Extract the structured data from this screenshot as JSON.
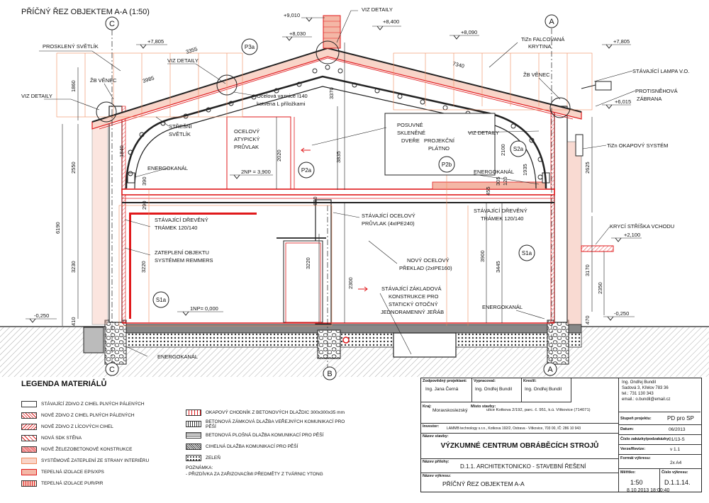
{
  "title": "PŘÍČNÝ ŘEZ OBJEKTEM A-A (1:50)",
  "axes": {
    "c_top": "C",
    "c_bottom": "C",
    "b_bottom": "B",
    "a_top": "A",
    "a_bottom": "A"
  },
  "levels": {
    "l9010": "+9,010",
    "l8400": "+8,400",
    "l8030": "+8,030",
    "l8090": "+8,090",
    "l7805_left": "+7,805",
    "l7805_right": "+7,805",
    "l6015": "+6,015",
    "l2100": "+2,100",
    "l0000": "1NP= 0,000",
    "l3900": "2NP = 3,900",
    "lm250_left": "-0,250",
    "lm250_right": "-0,250"
  },
  "dims": {
    "d3355": "3355",
    "d7340": "7340",
    "d3985": "3985",
    "d3370": "3370",
    "d3835": "3835",
    "d2020": "2020",
    "d1860": "1860",
    "d2550": "2550",
    "d6190": "6190",
    "d3230": "3230",
    "d3220_left": "3220",
    "d3220_mid": "3220",
    "d410": "410",
    "d290": "290",
    "d390": "390",
    "d1840": "1840",
    "d680": "680",
    "d2300": "2300",
    "d3900": "3900",
    "d3445": "3445",
    "d2100": "2100",
    "d1935": "1935",
    "d2625": "2625",
    "d3170": "3170",
    "d2350": "2350",
    "d470": "470",
    "d455": "455",
    "d305": "305",
    "d120": "120"
  },
  "labels": {
    "viz_top": "VIZ DETAILY",
    "viz_left": "VIZ DETAILY",
    "viz_left2": "VIZ DETAILY",
    "viz_right": "VIZ DETAILY",
    "proskleny": "PROSKLENÝ SVĚTLÍK",
    "zb_venec_left": "ŽB VĚNEC",
    "zb_venec_right": "ŽB VĚNEC",
    "vaznice_1": "Ocelová vaznice I140",
    "vaznice_2": "kotvena L příložkami",
    "tizn_1": "TiZn FALCOVANÁ",
    "tizn_2": "KRYTINA",
    "lampa": "STÁVAJÍCÍ LAMPA V.O.",
    "snih_1": "PROTISNĚHOVÁ",
    "snih_2": "ZÁBRANA",
    "okap": "TiZn OKAPOVÝ SYSTÉM",
    "stresni_1": "STŘEŠNÍ",
    "stresni_2": "SVĚTLÍK",
    "ocel_1": "OCELOVÝ",
    "ocel_2": "ATYPICKÝ",
    "ocel_3": "PRŮVLAK",
    "posuvne_1": "POSUVNÉ",
    "posuvne_2": "SKLENĚNÉ",
    "posuvne_3": "DVEŘE",
    "projek_1": "PROJEKČNÍ",
    "projek_2": "PLÁTNO",
    "energo_1": "ENERGOKANÁL",
    "energo_2": "ENERGOKANÁL",
    "energo_3": "ENERGOKANÁL",
    "energo_4": "ENERGOKANÁL",
    "tram_l1": "STÁVAJÍCÍ DŘEVĚNÝ",
    "tram_l2": "TRÁMEK 120/140",
    "tram_r1": "STÁVAJÍCÍ DŘEVĚNÝ",
    "tram_r2": "TRÁMEK 120/140",
    "pruvlak_1": "STÁVAJÍCÍ OCELOVÝ",
    "pruvlak_2": "PRŮVLAK (4xIPE240)",
    "zatep_1": "ZATEPLENÍ OBJEKTU",
    "zatep_2": "SYSTÉMEM REMMERS",
    "novy_1": "NOVÝ OCELOVÝ",
    "novy_2": "PŘEKLAD (2xIPE160)",
    "kryci": "KRYCÍ STŘÍŠKA VCHODU",
    "jerab_1": "STÁVAJÍCÍ ZÁKLADOVÁ",
    "jerab_2": "KONSTRUKCE PRO",
    "jerab_3": "STATICKÝ OTOČNÝ",
    "jerab_4": "JEDNORAMENNÝ JEŘÁB"
  },
  "tags": {
    "p3a": "P3a",
    "p2a": "P2a",
    "p2b": "P2b",
    "s2a": "S2a",
    "s1a_left": "S1a",
    "s1a_right": "S1a"
  },
  "legend": {
    "title": "LEGENDA MATERIÁLŮ",
    "items": [
      "STÁVAJÍCÍ ZDIVO Z CIHEL PLNÝCH PÁLENÝCH",
      "NOVÉ ZDIVO Z CIHEL PLNÝCH PÁLENÝCH",
      "NOVÉ ZDIVO Z LÍCOVÝCH CIHEL",
      "NOVÁ SDK STĚNA",
      "NOVÉ ŽELEZOBETONOVÉ KONSTRUKCE",
      "SYSTÉMOVÉ ZATEPLENÍ ZE STRANY INTERIÉRU",
      "TEPELNÁ IZOLACE EPS/XPS",
      "TEPELNÁ IZOLACE PUR/PIR"
    ],
    "items2": [
      "OKAPOVÝ CHODNÍK Z BETONOVÝCH DLAŽDIC 300x300x35 mm",
      "BETONOVÁ ZÁMKOVÁ DLAŽBA VEŘEJNÝCH KOMUNIKACÍ PRO PĚŠÍ",
      "BETONOVÁ PLOŠNÁ DLAŽBA KOMUNIKACÍ PRO PĚŠÍ",
      "CIHELNÁ DLAŽBA KOMUNIKACÍ PRO PĚŠÍ",
      "ZELEŇ"
    ],
    "note_head": "POZNÁMKA:",
    "note": "- PŘIZDÍVKA ZA ZAŘIZOVACÍMI PŘEDMĚTY Z TVÁRNIC YTONG"
  },
  "titleblock": {
    "h_zodp": "Zodpovědný projektant:",
    "h_vypr": "Vypracoval:",
    "h_kresl": "Kreslil:",
    "zodp": "Ing. Jana Černá",
    "vypr": "Ing. Ondřej Bundil",
    "kresl": "Ing. Ondřej Bundil",
    "addr1": "Ing. Ondřej Bundil",
    "addr2": "Sadová 3, Křelov 783 36",
    "addr3": "tel.: 731 130 343",
    "addr4": "email.: o.bundil@email.cz",
    "h_kraj": "Kraj:",
    "kraj": "Moravskoslezský",
    "h_misto": "Místo stavby:",
    "misto": "ulice Kotkova 2/192, parc. č. 951, k.ú. Vítkovice (714071)",
    "h_investor": "Investor:",
    "investor": "LAMMB technology s.r.o., Kotkova 192/2, Ostrava - Vítkovice, 703 00, IČ: 286 10 943",
    "h_stavba": "Název stavby:",
    "stavba": "VÝZKUMNÉ CENTRUM OBRÁBĚCÍCH STROJŮ",
    "h_priloha": "Název přílohy:",
    "priloha": "D.1.1. ARCHITEKTONICKO - STAVEBNÍ ŘEŠENÍ",
    "h_vykres": "Název výkresu:",
    "vykres": "PŘÍČNÝ ŘEZ OBJEKTEM A-A",
    "h_stupen": "Stupeň projektu:",
    "stupen": "PD pro SP",
    "h_datum": "Datum:",
    "datum": "06/2013",
    "h_cislo": "Číslo zakázky/podzakázky:",
    "cislo": "01/13-S",
    "h_verze": "Verze/Revize:",
    "verze": "v 1.1",
    "h_format": "Formát výkresu:",
    "format": "2x A4",
    "h_meritko": "Měřítko:",
    "meritko": "1:50",
    "h_cvyk": "Číslo výkresu:",
    "cvyk": "D.1.1.14."
  },
  "timestamp": "8.10.2013 18:00:40",
  "colors": {
    "red": "#e0191b",
    "orange": "#f08a5c",
    "pink": "#f4b7a6",
    "lightred": "#f9d4c8",
    "ground": "#777777"
  }
}
